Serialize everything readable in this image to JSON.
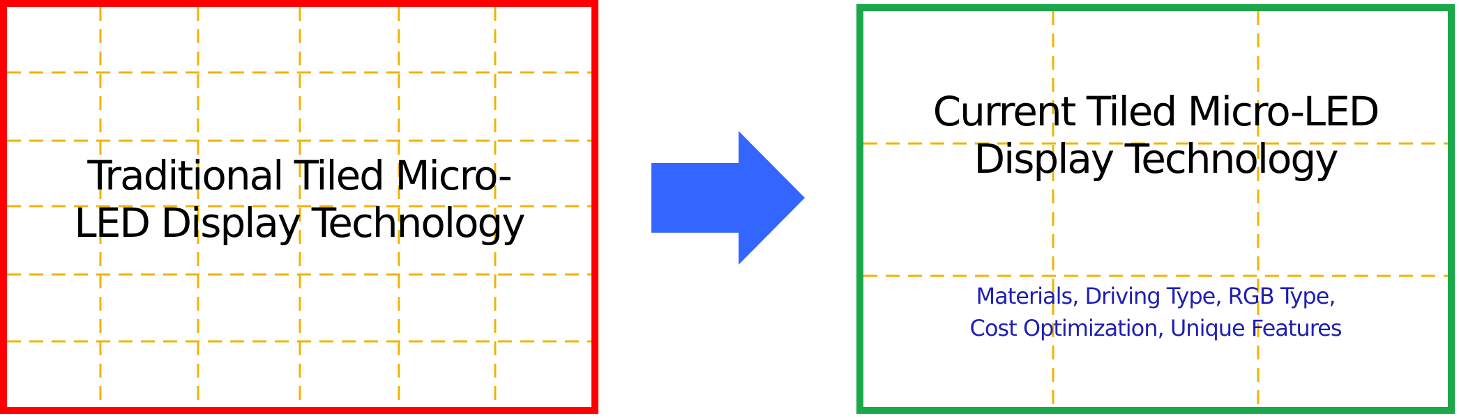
{
  "left_panel": {
    "title_line1": "Traditional Tiled Micro-",
    "title_line2": "LED Display Technology",
    "border_color": "#ff0000"
  },
  "right_panel": {
    "title_line1": "Current Tiled Micro-LED",
    "title_line2": "Display Technology",
    "subtitle_line1": "Materials, Driving Type, RGB Type,",
    "subtitle_line2": "Cost Optimization, Unique Features",
    "border_color": "#1aa84a",
    "subtitle_color": "#1f1fb4"
  },
  "arrow": {
    "icon": "right-arrow-icon",
    "color": "#3366ff"
  },
  "grid_color": "#f0b400"
}
